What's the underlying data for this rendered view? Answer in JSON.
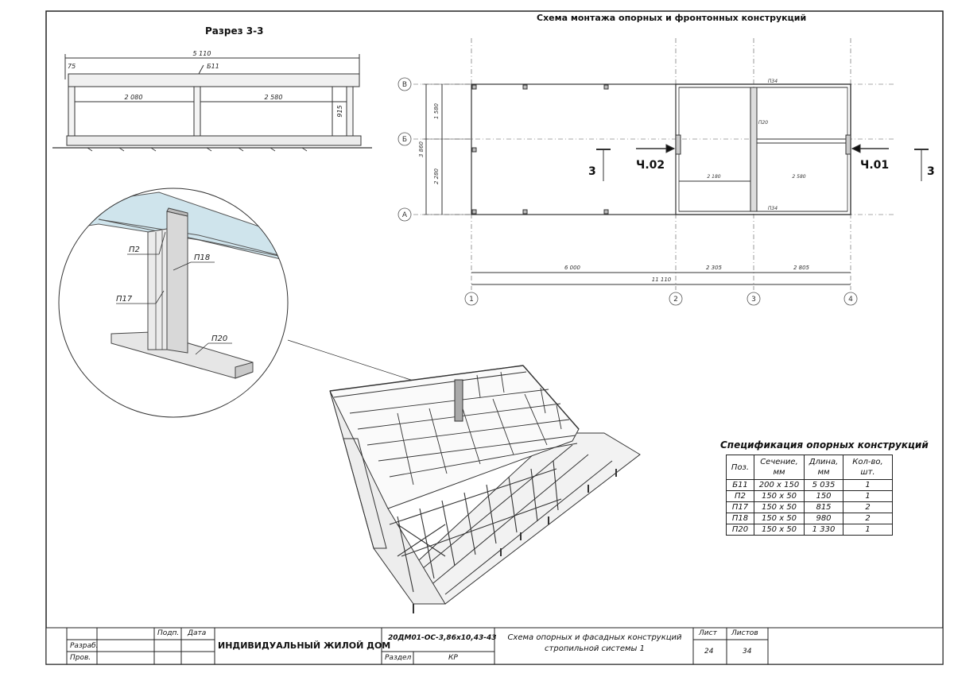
{
  "titles": {
    "section": "Разрез 3-3",
    "plan": "Схема монтажа опорных и фронтонных конструкций",
    "spec": "Спецификация опорных конструкций"
  },
  "section": {
    "dim_total": "5 110",
    "dim_small": "75",
    "beam_label": "Б11",
    "dim_left": "2 080",
    "dim_right": "2 580",
    "dim_height": "915"
  },
  "plan": {
    "axes_letters": [
      "В",
      "Б",
      "А"
    ],
    "axes_numbers": [
      "1",
      "2",
      "3",
      "4"
    ],
    "dims_vertical": [
      "1 580",
      "3 860",
      "2 280"
    ],
    "dims_bottom": [
      "6 000",
      "2 305",
      "2 805"
    ],
    "dim_total": "11 110",
    "small_dims": [
      "2 180",
      "2 580"
    ],
    "cut_labels": [
      "3",
      "3"
    ],
    "view_labels": [
      "Ч.02",
      "Ч.01"
    ],
    "pos_labels": [
      "П34",
      "П20",
      "П34"
    ]
  },
  "detail": {
    "labels": [
      "П2",
      "П18",
      "П17",
      "П20"
    ]
  },
  "spec": {
    "headers": [
      "Поз.",
      "Сечение, мм",
      "Длина, мм",
      "Кол-во, шт."
    ],
    "rows": [
      [
        "Б11",
        "200 х 150",
        "5 035",
        "1"
      ],
      [
        "П2",
        "150 х 50",
        "150",
        "1"
      ],
      [
        "П17",
        "150 х 50",
        "815",
        "2"
      ],
      [
        "П18",
        "150 х 50",
        "980",
        "2"
      ],
      [
        "П20",
        "150 х 50",
        "1 330",
        "1"
      ]
    ]
  },
  "title_block": {
    "col_sign": "Подп.",
    "col_date": "Дата",
    "role_dev": "Разраб.",
    "role_check": "Пров.",
    "project": "ИНДИВИДУАЛЬНЫЙ ЖИЛОЙ ДОМ",
    "code": "20ДМ01-ОС-3,86х10,43-43",
    "section_label": "Раздел",
    "section_value": "КР",
    "sheet_name": "Схема опорных и фасадных конструкций стропильной системы 1",
    "sheet_label": "Лист",
    "sheets_label": "Листов",
    "sheet_no": "24",
    "sheets_total": "34"
  }
}
